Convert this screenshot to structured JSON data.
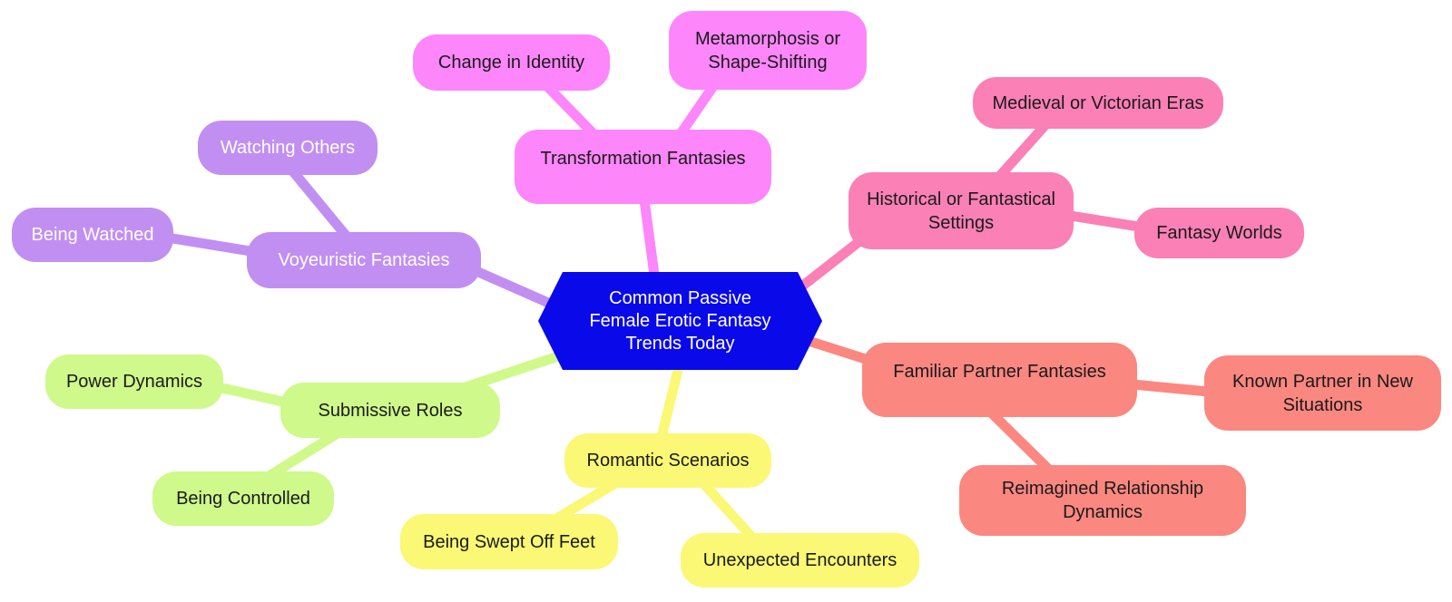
{
  "diagram": {
    "root": {
      "label": "Common Passive Female Erotic Fantasy Trends Today"
    },
    "branches": [
      {
        "label": "Transformation Fantasies",
        "children": [
          {
            "label": "Change in Identity"
          },
          {
            "label": "Metamorphosis or Shape-Shifting"
          }
        ]
      },
      {
        "label": "Historical or Fantastical Settings",
        "children": [
          {
            "label": "Medieval or Victorian Eras"
          },
          {
            "label": "Fantasy Worlds"
          }
        ]
      },
      {
        "label": "Voyeuristic Fantasies",
        "children": [
          {
            "label": "Watching Others"
          },
          {
            "label": "Being Watched"
          }
        ]
      },
      {
        "label": "Submissive Roles",
        "children": [
          {
            "label": "Power Dynamics"
          },
          {
            "label": "Being Controlled"
          }
        ]
      },
      {
        "label": "Romantic Scenarios",
        "children": [
          {
            "label": "Being Swept Off Feet"
          },
          {
            "label": "Unexpected Encounters"
          }
        ]
      },
      {
        "label": "Familiar Partner Fantasies",
        "children": [
          {
            "label": "Known Partner in New Situations"
          },
          {
            "label": "Reimagined Relationship Dynamics"
          }
        ]
      }
    ]
  },
  "colors": {
    "background": "#FFFFFF",
    "root_bg": "#0909EA",
    "root_text": "#FFFFFF",
    "transformation": "#FD86FB",
    "historical": "#FA80B6",
    "voyeuristic": "#C18FF1",
    "submissive": "#CFF98B",
    "romantic": "#FAF875",
    "familiar": "#FB8781",
    "dark_text": "#1A1A1A",
    "light_text": "#FFFFFF"
  }
}
